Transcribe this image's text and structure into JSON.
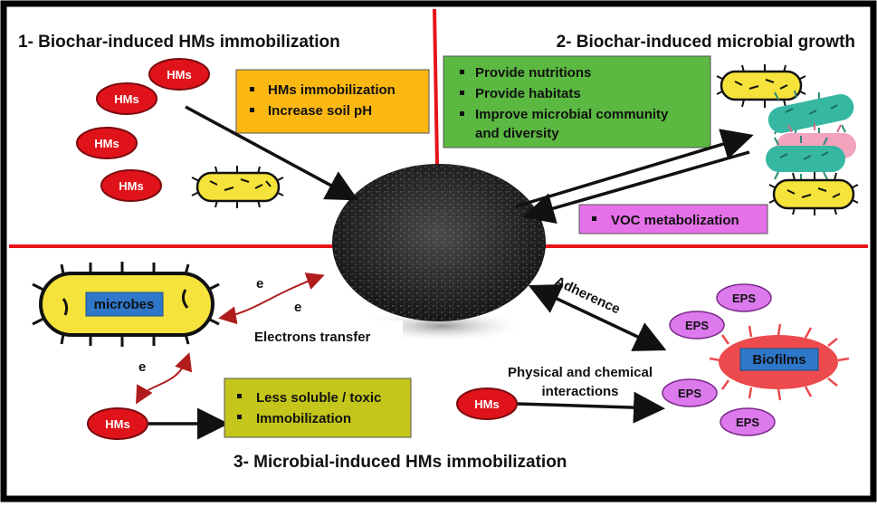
{
  "panels": {
    "p1_title": "1- Biochar-induced HMs immobilization",
    "p2_title": "2- Biochar-induced microbial growth",
    "p3_title": "3- Microbial-induced HMs immobilization"
  },
  "hm_label": "HMs",
  "eps_label": "EPS",
  "box1": {
    "items": [
      "HMs immobilization",
      "Increase soil pH"
    ]
  },
  "box2": {
    "items": [
      "Provide nutritions",
      "Provide habitats",
      "Improve microbial community",
      "and diversity"
    ]
  },
  "box_voc": {
    "item": "VOC metabolization"
  },
  "box3": {
    "items": [
      "Less soluble / toxic",
      "Immobilization"
    ]
  },
  "labels": {
    "microbes": "microbes",
    "biofilms": "Biofilms",
    "electrons_transfer": "Electrons transfer",
    "e": "e",
    "adherence": "Adherence",
    "phys_chem_1": "Physical and chemical",
    "phys_chem_2": "interactions"
  },
  "colors": {
    "divider": "#e8141b",
    "hm_fill": "#e0131b",
    "box_orange": "#fbb812",
    "box_green": "#5bb941",
    "box_magenta": "#e571e8",
    "box_olive": "#c4c61b",
    "eps_fill": "#dc79ec",
    "microbe_yellow": "#f5e33b",
    "label_blue": "#2f78c9",
    "biofilm_red": "#ec4a4d"
  }
}
